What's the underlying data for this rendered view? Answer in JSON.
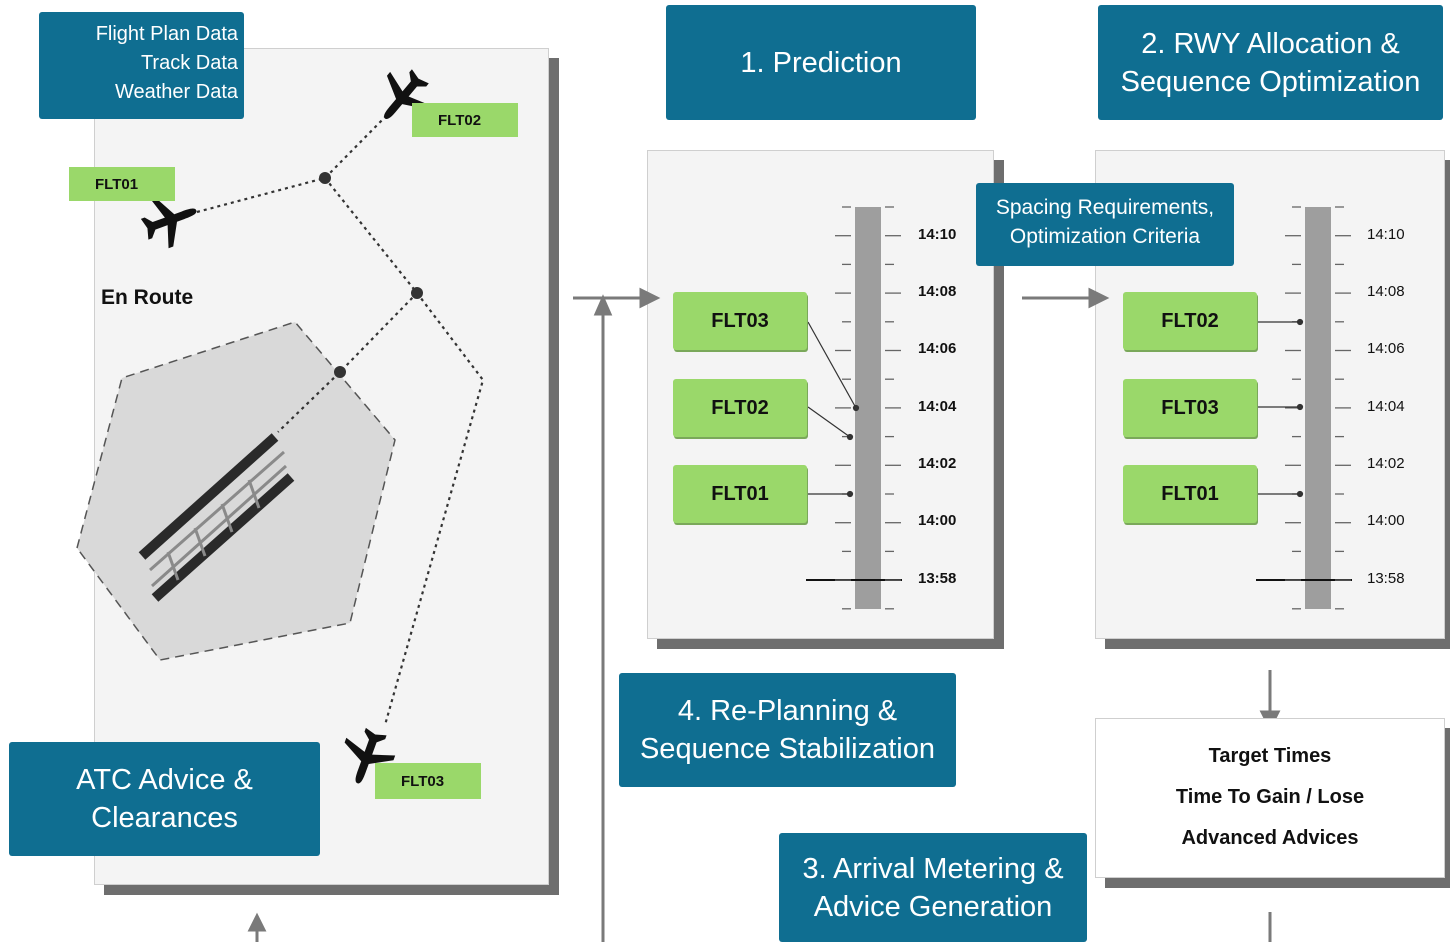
{
  "data_inputs": [
    "Flight Plan Data",
    "Track Data",
    "Weather Data"
  ],
  "enroute_label": "En Route",
  "aircraft_tags": {
    "flt01": "FLT01",
    "flt02": "FLT02",
    "flt03": "FLT03"
  },
  "step1": {
    "title": "1. Prediction"
  },
  "step2": {
    "title_lines": [
      "2. RWY Allocation &",
      "Sequence Optimization"
    ]
  },
  "step3": {
    "title_lines": [
      "3. Arrival Metering &",
      "Advice Generation"
    ]
  },
  "step4": {
    "title_lines": [
      "4. Re-Planning &",
      "Sequence Stabilization"
    ]
  },
  "atc": {
    "title_lines": [
      "ATC Advice &",
      "Clearances"
    ]
  },
  "spacing": {
    "lines": [
      "Spacing Requirements,",
      "Optimization Criteria"
    ]
  },
  "timeline_times": [
    "14:10",
    "14:08",
    "14:06",
    "14:04",
    "14:02",
    "14:00",
    "13:58"
  ],
  "prediction_sequence": [
    "FLT03",
    "FLT02",
    "FLT01"
  ],
  "optimized_sequence": [
    "FLT02",
    "FLT03",
    "FLT01"
  ],
  "outputs": [
    "Target Times",
    "Time To Gain / Lose",
    "Advanced Advices"
  ],
  "colors": {
    "box_blue": "#0f6e91",
    "flight_green": "#9ad86a",
    "panel_gray": "#f4f4f4",
    "shadow": "#6e6e6e"
  }
}
